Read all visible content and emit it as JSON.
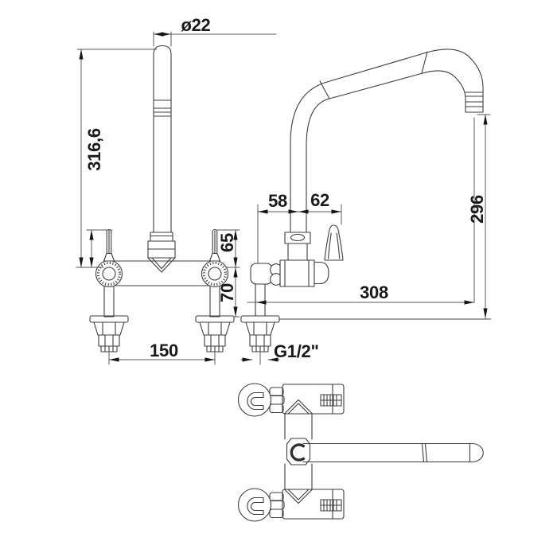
{
  "title": "Faucet technical dimension drawing",
  "drawing": {
    "background": "#ffffff",
    "line_color": "#3d3d3d",
    "dimension_line_color": "#565656",
    "text_color": "#1a1a1a"
  },
  "dimensions": {
    "spout_diameter": "ø22",
    "height_total": "316,6",
    "offset_front": "58",
    "offset_handle": "62",
    "handle_height": "65",
    "body_to_wall": "70",
    "outlet_height": "296",
    "spout_reach": "308",
    "inlet_spacing": "150",
    "thread": "G1/2\""
  }
}
